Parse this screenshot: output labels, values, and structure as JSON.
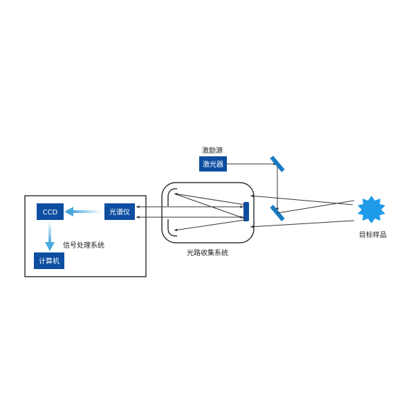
{
  "colors": {
    "box_fill": "#0d4ea1",
    "line": "#333333",
    "mirror": "#1a7bc4",
    "sample": "#1e9be8",
    "gradient_arrow": "#4aa8dd"
  },
  "signal_system": {
    "label": "信号处理系统",
    "ccd": "CCD",
    "computer": "计算机",
    "spectrometer": "光谱仪"
  },
  "collection_system": {
    "label": "光路收集系统"
  },
  "excitation": {
    "label": "激励源",
    "laser": "激光器"
  },
  "target": {
    "label": "目标样品",
    "icon": "starburst-icon"
  }
}
